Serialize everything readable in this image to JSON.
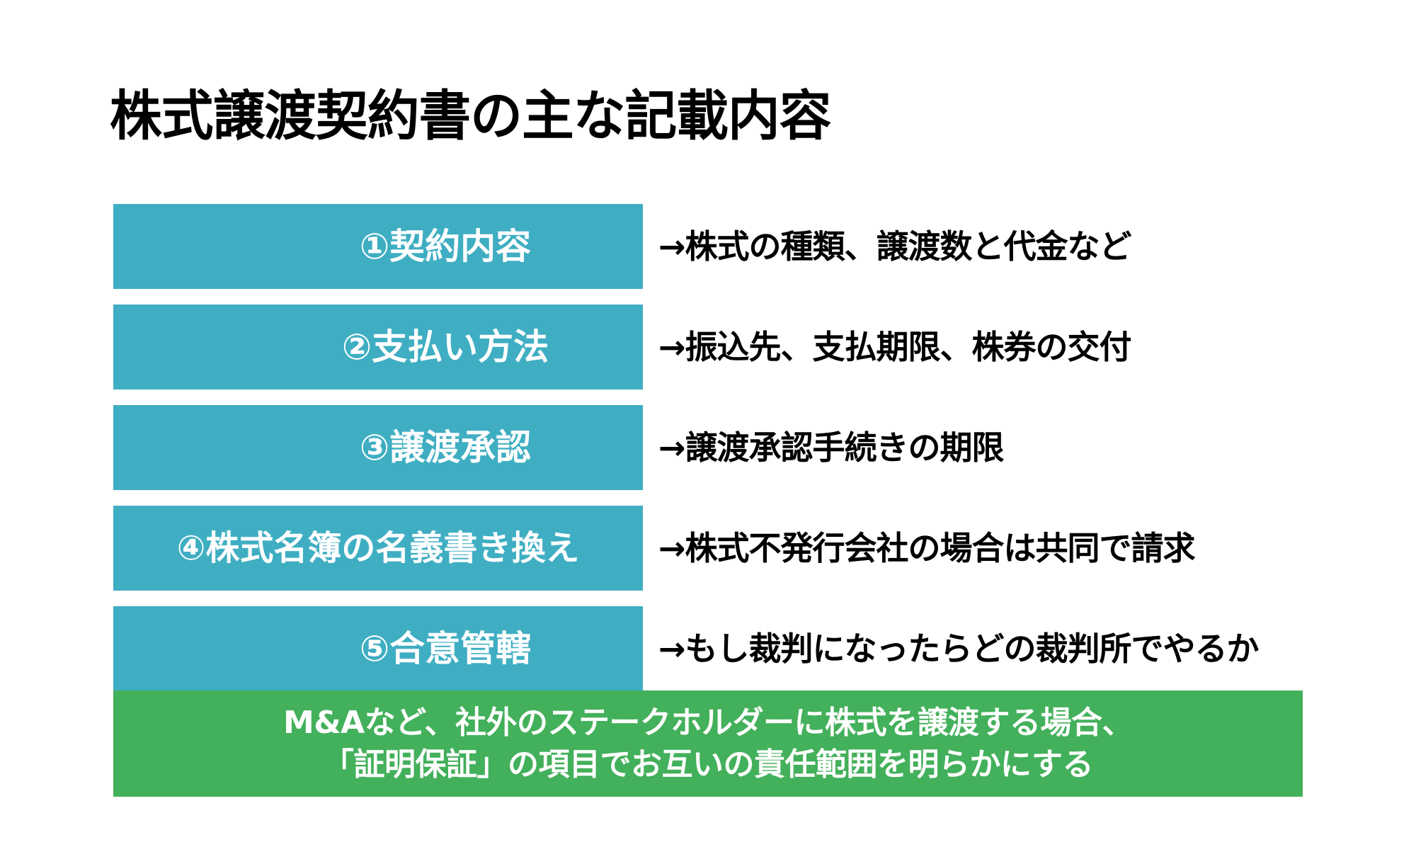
{
  "slide": {
    "background_color": "#FFFFFF",
    "title": "株式譲渡契約書の主な記載内容",
    "accent_color": "#3FAEC2",
    "footer_color": "#43B05B"
  },
  "items": [
    {
      "chip_label": "①契約内容",
      "description": "→株式の種類、譲渡数と代金など"
    },
    {
      "chip_label": "②支払い方法",
      "description": "→振込先、支払期限、株券の交付"
    },
    {
      "chip_label": "③譲渡承認",
      "description": "→譲渡承認手続きの期限"
    },
    {
      "chip_label": "④株式名簿の名義書き換え",
      "description": "→株式不発行会社の場合は共同で請求"
    },
    {
      "chip_label": "⑤合意管轄",
      "description": "→もし裁判になったらどの裁判所でやるか"
    }
  ],
  "footer": {
    "line1": "M&Aなど、社外のステークホルダーに株式を譲渡する場合、",
    "line2": "「証明保証」の項目でお互いの責任範囲を明らかにする"
  }
}
